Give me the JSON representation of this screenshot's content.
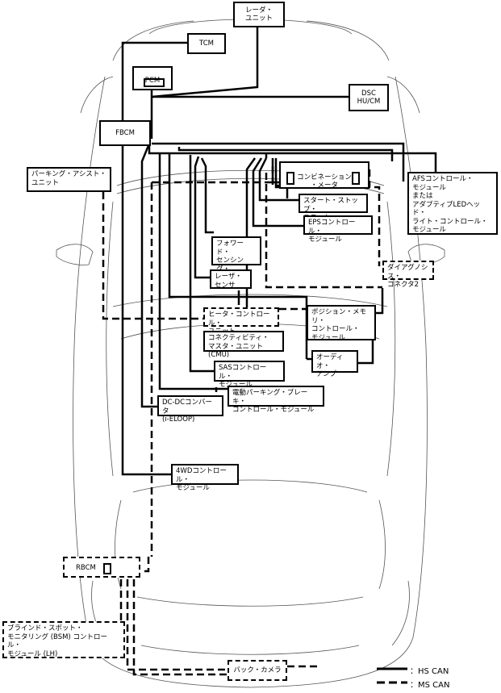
{
  "modules": {
    "radar": "レーダ・\nユニット",
    "tcm": "TCM",
    "pcm": "PCM",
    "dsc": "DSC\nHU/CM",
    "fbcm": "FBCM",
    "parking_assist": "パーキング・アシスト・\nユニット",
    "combination_meter": "コンビネーション\n・メータ",
    "afs": "AFSコントロール・\nモジュール\nまたは\nアダプティブLEDヘッド・\nライト・コントロール・\nモジュール",
    "start_stop": "スタート・ストップ・\nユニット",
    "eps": "EPSコントロール・\nモジュール",
    "forward_camera": "フォワード・\nセンシング・\nカメラ",
    "laser_sensor": "レーザ・\nセンサ",
    "diagnosis_connector": "ダイアグノシス・\nコネクタ2",
    "heater": "ヒータ・コントロール・\nユニット",
    "position_memory": "ポジション・メモリ・\nコントロール・\nモジュール",
    "cmu": "コネクティビティ・\nマスタ・ユニット(CMU)",
    "audio_amp": "オーディオ・\nアンプ",
    "sas": "SASコントロール・\nモジュール",
    "epb": "電動パーキング・ブレーキ・\nコントロール・モジュール",
    "dcdc": "DC-DCコンバータ\n(i-ELOOP)",
    "awd": "4WDコントロール・\nモジュール",
    "rbcm": "RBCM",
    "bsm": "ブラインド・スポット・\nモニタリング (BSM) コントロール・\nモジュール (LH)",
    "back_camera": "バック・カメラ"
  },
  "legend": {
    "hs": "：HS CAN",
    "ms": "：MS CAN"
  }
}
